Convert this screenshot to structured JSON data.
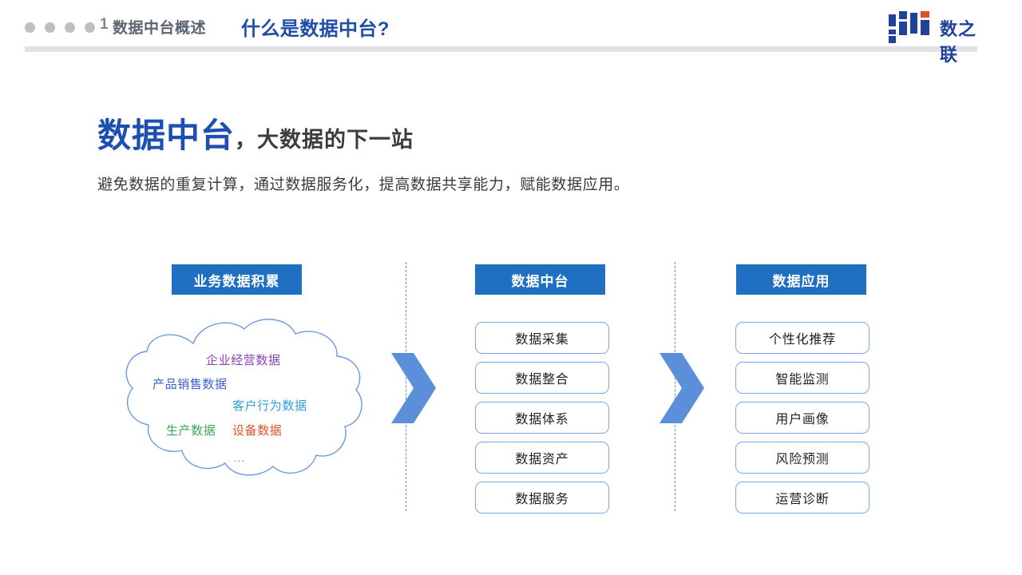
{
  "header": {
    "dots_count": 4,
    "section_number": "1",
    "section_name": "数据中台概述",
    "title": "什么是数据中台?",
    "logo_text": "数之联",
    "logo_accent_color": "#d94f28",
    "logo_color": "#22419a"
  },
  "body": {
    "title_highlight": "数据中台",
    "title_rest": "，大数据的下一站",
    "subtitle": "避免数据的重复计算，通过数据服务化，提高数据共享能力，赋能数据应用。"
  },
  "diagram": {
    "columns": [
      {
        "id": "business-data-accumulation",
        "head": "业务数据积累",
        "cloud_labels": [
          {
            "text": "企业经营数据",
            "color": "#8b3fb5"
          },
          {
            "text": "产品销售数据",
            "color": "#3a5fd9"
          },
          {
            "text": "客户行为数据",
            "color": "#2f9fe0"
          },
          {
            "text": "生产数据",
            "color": "#3aa859"
          },
          {
            "text": "设备数据",
            "color": "#e8502a"
          },
          {
            "text": "…",
            "color": "#9a9a9a"
          }
        ]
      },
      {
        "id": "data-middle-platform",
        "head": "数据中台",
        "items": [
          "数据采集",
          "数据整合",
          "数据体系",
          "数据资产",
          "数据服务"
        ]
      },
      {
        "id": "data-application",
        "head": "数据应用",
        "items": [
          "个性化推荐",
          "智能监测",
          "用户画像",
          "风险预测",
          "运营诊断"
        ]
      }
    ],
    "arrow_color": "#5b8fd9",
    "header_color": "#1f6fc2",
    "pill_border_color": "#7ba7e2"
  }
}
